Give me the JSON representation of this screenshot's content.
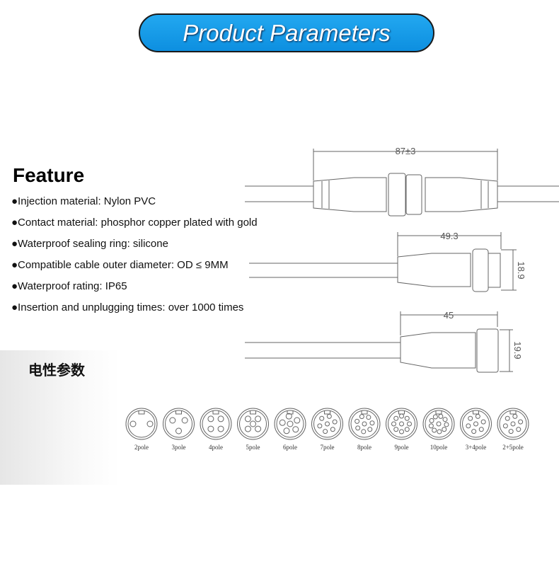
{
  "banner": {
    "title": "Product Parameters",
    "color": "#0d8fe0"
  },
  "feature": {
    "heading": "Feature",
    "bullets": [
      "●Injection material: Nylon PVC",
      "●Contact material: phosphor copper plated with gold",
      "●Waterproof sealing ring: silicone",
      "●Compatible cable outer diameter: OD ≤ 9MM",
      "●Waterproof rating: IP65",
      "●Insertion and unplugging times: over 1000 times"
    ]
  },
  "electrical": {
    "heading": "电性参数"
  },
  "drawings": {
    "pair_length": "87±3",
    "male_length": "49.3",
    "male_diameter": "18.9",
    "female_length": "45",
    "female_diameter": "19.9"
  },
  "poles": [
    {
      "label": "2pole",
      "pins": 2
    },
    {
      "label": "3pole",
      "pins": 3
    },
    {
      "label": "4pole",
      "pins": 4
    },
    {
      "label": "5pole",
      "pins": 5
    },
    {
      "label": "6pole",
      "pins": 6
    },
    {
      "label": "7pole",
      "pins": 7
    },
    {
      "label": "8pole",
      "pins": 8
    },
    {
      "label": "9pole",
      "pins": 9
    },
    {
      "label": "10pole",
      "pins": 10
    },
    {
      "label": "3+4pole",
      "pins": 7
    },
    {
      "label": "2+5pole",
      "pins": 7
    }
  ]
}
